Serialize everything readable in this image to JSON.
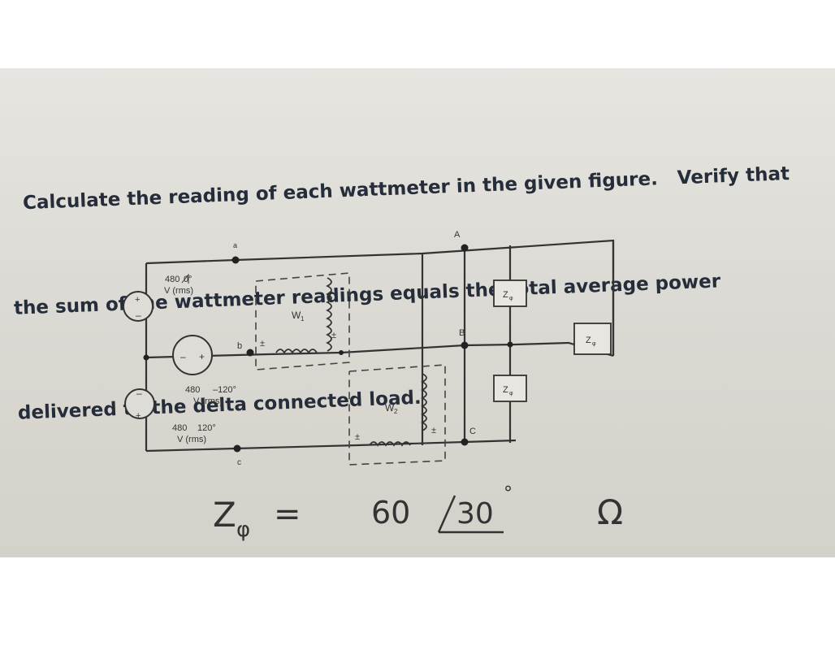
{
  "problem": {
    "line1": "Calculate the reading of each wattmeter in the given figure.   Verify that",
    "line2": "the sum of the wattmeter readings equals the total average power",
    "line3": "delivered to the delta connected load."
  },
  "circuit": {
    "sources": [
      {
        "mag": "480",
        "angle": "0°",
        "unit": "V (rms)"
      },
      {
        "mag": "480",
        "angle": "–120°",
        "unit": "V (rms)"
      },
      {
        "mag": "480",
        "angle": "120°",
        "unit": "V (rms)"
      }
    ],
    "node_labels": {
      "a": "a",
      "b": "b",
      "c": "c",
      "A": "A",
      "B": "B",
      "C": "C"
    },
    "wattmeters": {
      "w1": "W",
      "w1_sub": "1",
      "w2": "W",
      "w2_sub": "2"
    },
    "impedance_label": "Z",
    "impedance_sub": "φ",
    "polarity": "±",
    "source_plus": "+",
    "source_minus": "–",
    "handwritten": {
      "lhs": "Z",
      "lhs_sub": "φ",
      "eq": "=",
      "mag": "60",
      "angle": "30",
      "deg": "°",
      "unit": "Ω"
    }
  }
}
